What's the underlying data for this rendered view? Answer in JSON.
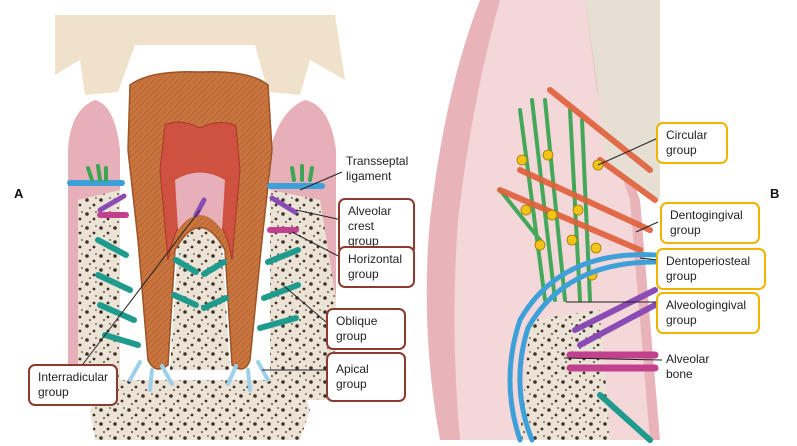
{
  "panel_a": {
    "letter": "A",
    "labels": {
      "transseptal": "Transseptal\nligament",
      "alveolar_crest": "Alveolar\ncrest group",
      "horizontal": "Horizontal\ngroup",
      "oblique": "Oblique\ngroup",
      "apical": "Apical group",
      "interradicular": "Interradicular\ngroup"
    }
  },
  "panel_b": {
    "letter": "B",
    "labels": {
      "circular": "Circular\ngroup",
      "dentogingival": "Dentogingival\ngroup",
      "dentoperiosteal": "Dentoperiosteal\ngroup",
      "alveologingival": "Alveologingival\ngroup",
      "alveolar_bone": "Alveolar\nbone"
    }
  },
  "colors": {
    "enamel": "#f3e6cf",
    "dentin": "#c9743f",
    "pulp": "#d1533d",
    "gingiva": "#e8b3bb",
    "bone": "#ece2d6",
    "fiber_green": "#3aa654",
    "fiber_teal": "#1f9b8e",
    "fiber_blue": "#3ea0d8",
    "fiber_purple": "#8a4bb5",
    "fiber_magenta": "#c2418e",
    "fiber_orange": "#e0603a",
    "label_brown": "#8a3a2e",
    "label_yellow": "#f0b400"
  }
}
